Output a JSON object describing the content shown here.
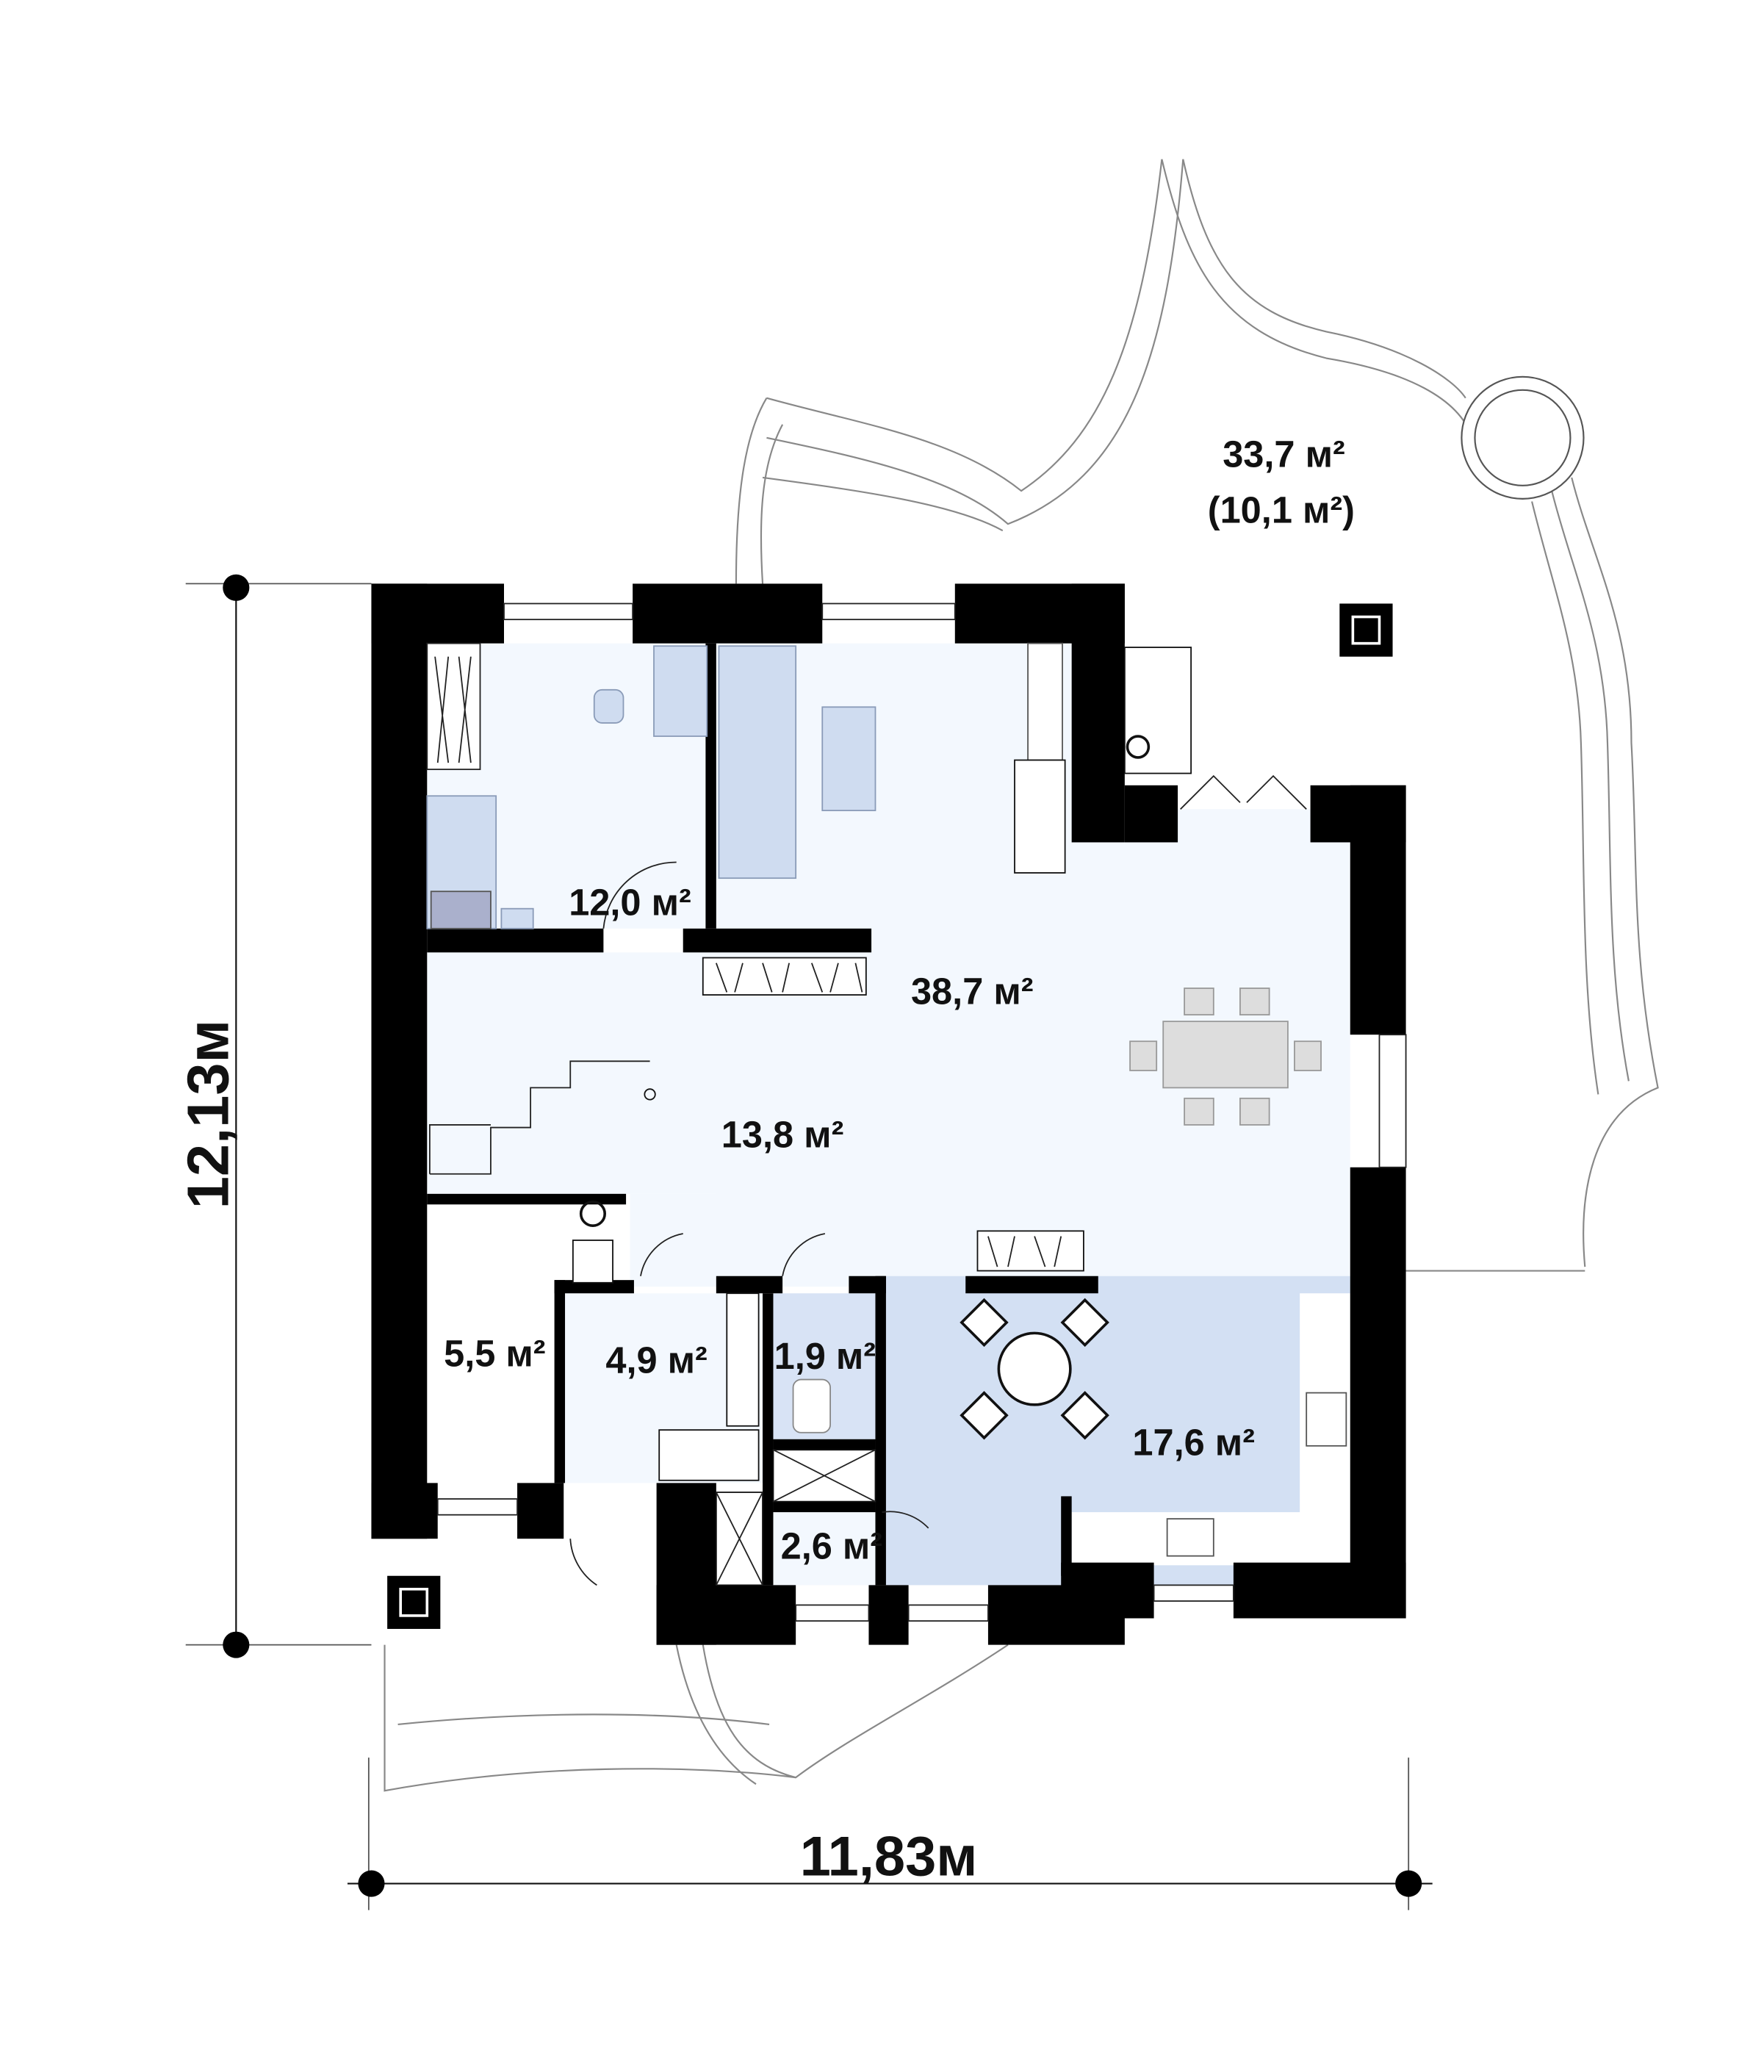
{
  "plan": {
    "dimensions": {
      "height_label": "12,13м",
      "width_label": "11,83м"
    },
    "rooms": [
      {
        "id": "study",
        "area": "12,0 м²"
      },
      {
        "id": "living",
        "area": "38,7 м²"
      },
      {
        "id": "hall",
        "area": "13,8 м²"
      },
      {
        "id": "storage",
        "area": "5,5 м²"
      },
      {
        "id": "entry",
        "area": "4,9 м²"
      },
      {
        "id": "wc",
        "area": "1,9 м²"
      },
      {
        "id": "boiler",
        "area": "2,6 м²"
      },
      {
        "id": "kitchen",
        "area": "17,6 м²"
      }
    ],
    "terrace": {
      "area": "33,7 м²",
      "covered_area": "(10,1 м²)"
    }
  },
  "colors": {
    "room_light": "#f3f8fe",
    "room_blue": "#d3e0f3",
    "wall": "#000000"
  }
}
